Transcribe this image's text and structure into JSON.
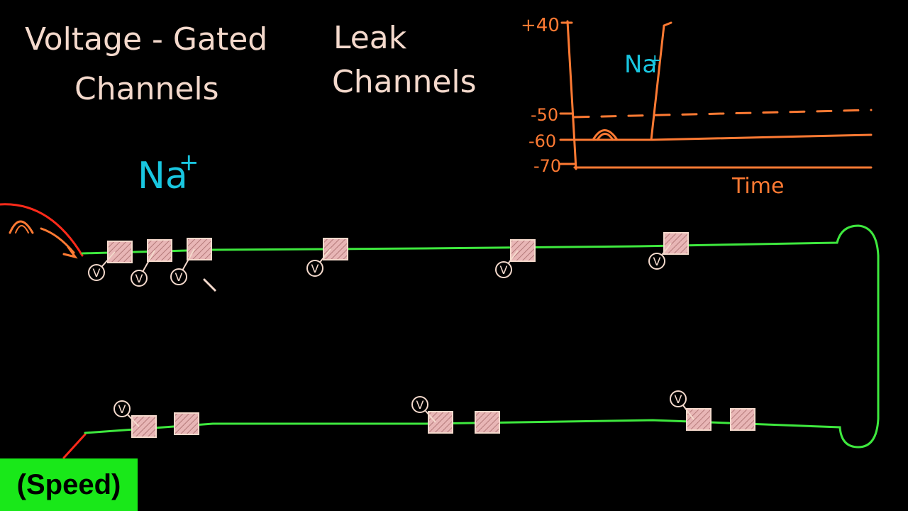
{
  "labels": {
    "voltage_gated_line1": "Voltage - Gated",
    "voltage_gated_line2": "Channels",
    "leak_line1": "Leak",
    "leak_line2": "Channels",
    "sodium_main": "Na",
    "sodium_main_charge": "+",
    "sodium_graph": "Na",
    "sodium_graph_charge": "+",
    "voltage_symbol": "V",
    "speed": "(Speed)"
  },
  "graph": {
    "y_ticks": [
      "+40",
      "-50",
      "-60",
      "-70"
    ],
    "x_label": "Time",
    "threshold_line_style": "dashed"
  },
  "colors": {
    "background": "#000000",
    "membrane": "#3ee83e",
    "handwriting": "#f4d9cc",
    "ion_label": "#19c6e0",
    "graph": "#ff7a33",
    "stimulus_arrow": "#ff2a1a",
    "channel_fill": "#f0b8b8",
    "badge": "#19e819"
  }
}
